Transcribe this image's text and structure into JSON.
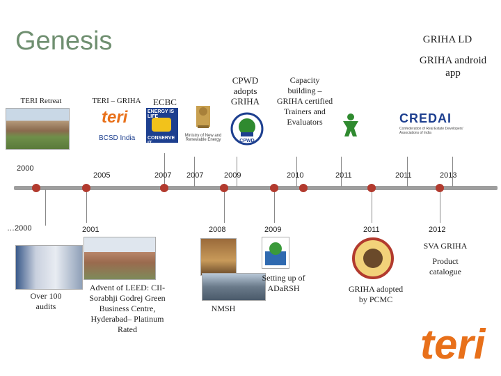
{
  "title": "Genesis",
  "top_events": [
    {
      "label": "TERI Retreat",
      "year": "2000"
    },
    {
      "label": "TERI – GRIHA",
      "year": "2005"
    },
    {
      "label": "ECBC",
      "year": "2007"
    },
    {
      "label": "",
      "year": "2007"
    },
    {
      "label": "CPWD adopts GRIHA",
      "year": "2009"
    },
    {
      "label": "Capacity building – GRIHA certified Trainers and Evaluators",
      "year": "2010"
    },
    {
      "label": "",
      "year": "2011"
    },
    {
      "label": "GRIHA LD",
      "year": "2011"
    },
    {
      "label": "GRIHA android app",
      "year": "2013"
    }
  ],
  "bottom_events": [
    {
      "label": "Over 100 audits",
      "year": "…2000"
    },
    {
      "label": "Advent of LEED: CII-Sorabhji Godrej Green Business Centre, Hyderabad– Platinum Rated",
      "year": "2001"
    },
    {
      "label": "NMSH",
      "year": "2008"
    },
    {
      "label": "Setting up of ADaRSH",
      "year": "2009"
    },
    {
      "label": "GRIHA adopted by PCMC",
      "year": "2011"
    },
    {
      "label": "SVA GRIHA",
      "year": "2012"
    },
    {
      "label": "Product catalogue",
      "year": ""
    }
  ],
  "logos": {
    "teri_bcsd": "teri",
    "bcsd_text": "BCSD India",
    "energy_text": "ENERGY IS LIFE",
    "conserve_text": "CONSERVE IT",
    "ministry_text": "Ministry of New and Renewable Energy",
    "cpwd_text": "CPWD",
    "credai_text": "CREDAI",
    "credai_sub": "Confederation of Real Estate Developers' Associations of India",
    "teri_corner": "teri"
  },
  "colors": {
    "title": "#6f8f70",
    "timeline": "#9e9e9e",
    "dot": "#b23a2e",
    "teri_orange": "#e8701a",
    "credai_blue": "#1d3f8f"
  }
}
